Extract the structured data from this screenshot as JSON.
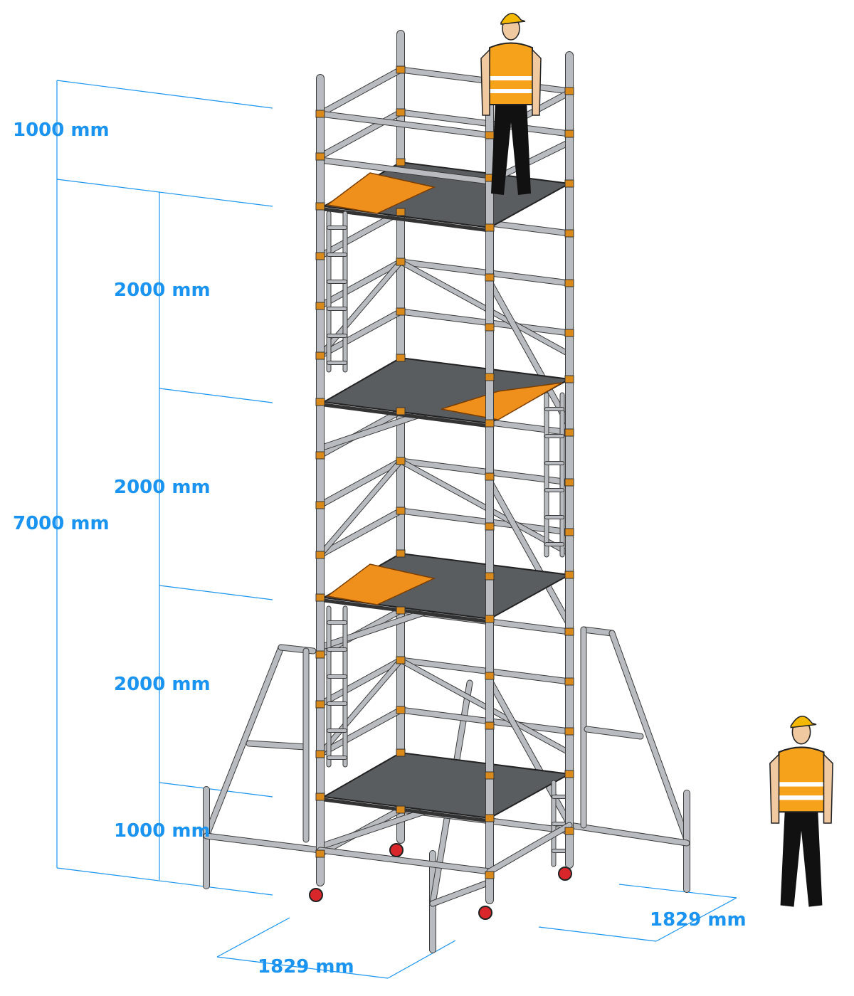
{
  "dimensions": {
    "guardrail_height": "1000 mm",
    "total_height": "7000 mm",
    "level_heights": [
      "2000 mm",
      "2000 mm",
      "2000 mm"
    ],
    "base_height": "1000 mm",
    "width": "1829 mm",
    "depth": "1829 mm"
  },
  "colors": {
    "dimension": "#1a94f0",
    "tube": "#b8bcc0",
    "tube_edge": "#3a3a3a",
    "deck": "#5a5d60",
    "hatch": "#f0901c",
    "vest": "#f7a21b",
    "wheel": "#d8262b"
  }
}
